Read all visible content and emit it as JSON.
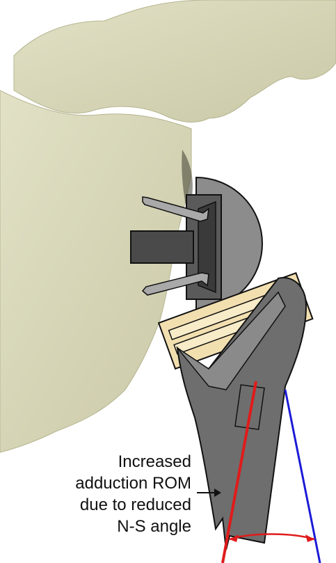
{
  "annotation": {
    "lines": [
      "Increased",
      "adduction ROM",
      "due to reduced",
      "N-S angle"
    ]
  },
  "colors": {
    "bone": "#d9d8b8",
    "bone_shadow": "#b9b894",
    "implant_gray": "#8a8a8a",
    "implant_dark": "#4a4a4a",
    "spacer": "#f2dfb0",
    "red_axis": "#e01b1b",
    "blue_axis": "#1b1bd6",
    "outline": "#111111"
  },
  "icons": {
    "arrow": "right-arrow"
  }
}
